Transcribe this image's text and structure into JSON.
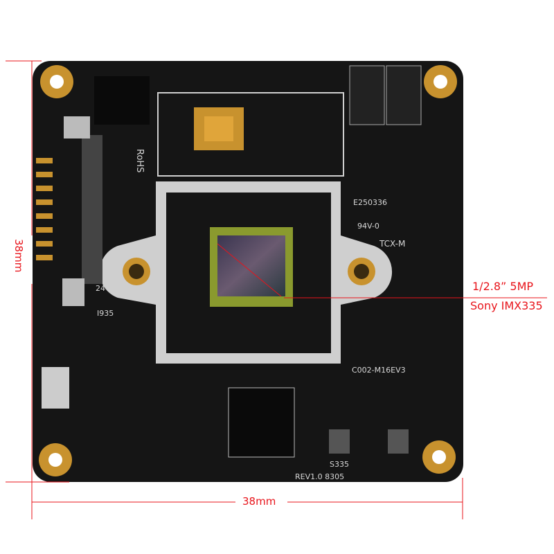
{
  "annotations": {
    "height_label": "38mm",
    "width_label": "38mm",
    "sensor_format": "1/2.8”  5MP",
    "sensor_model": "Sony IMX335"
  },
  "board_silkscreen": {
    "rohs": "RoHS",
    "ul_code": "E250336",
    "ul_rating": "94V-0",
    "vendor": "TCX-M",
    "part_a": "I935",
    "model": "C002-M16EV3",
    "sensor_code": "S335",
    "revision": "REV1.0  8305",
    "pin_count": "24"
  },
  "colors": {
    "annotation": "#e8141b",
    "board": "#151515",
    "pad_gold": "#c8922e",
    "silk": "#d8d8d8"
  }
}
